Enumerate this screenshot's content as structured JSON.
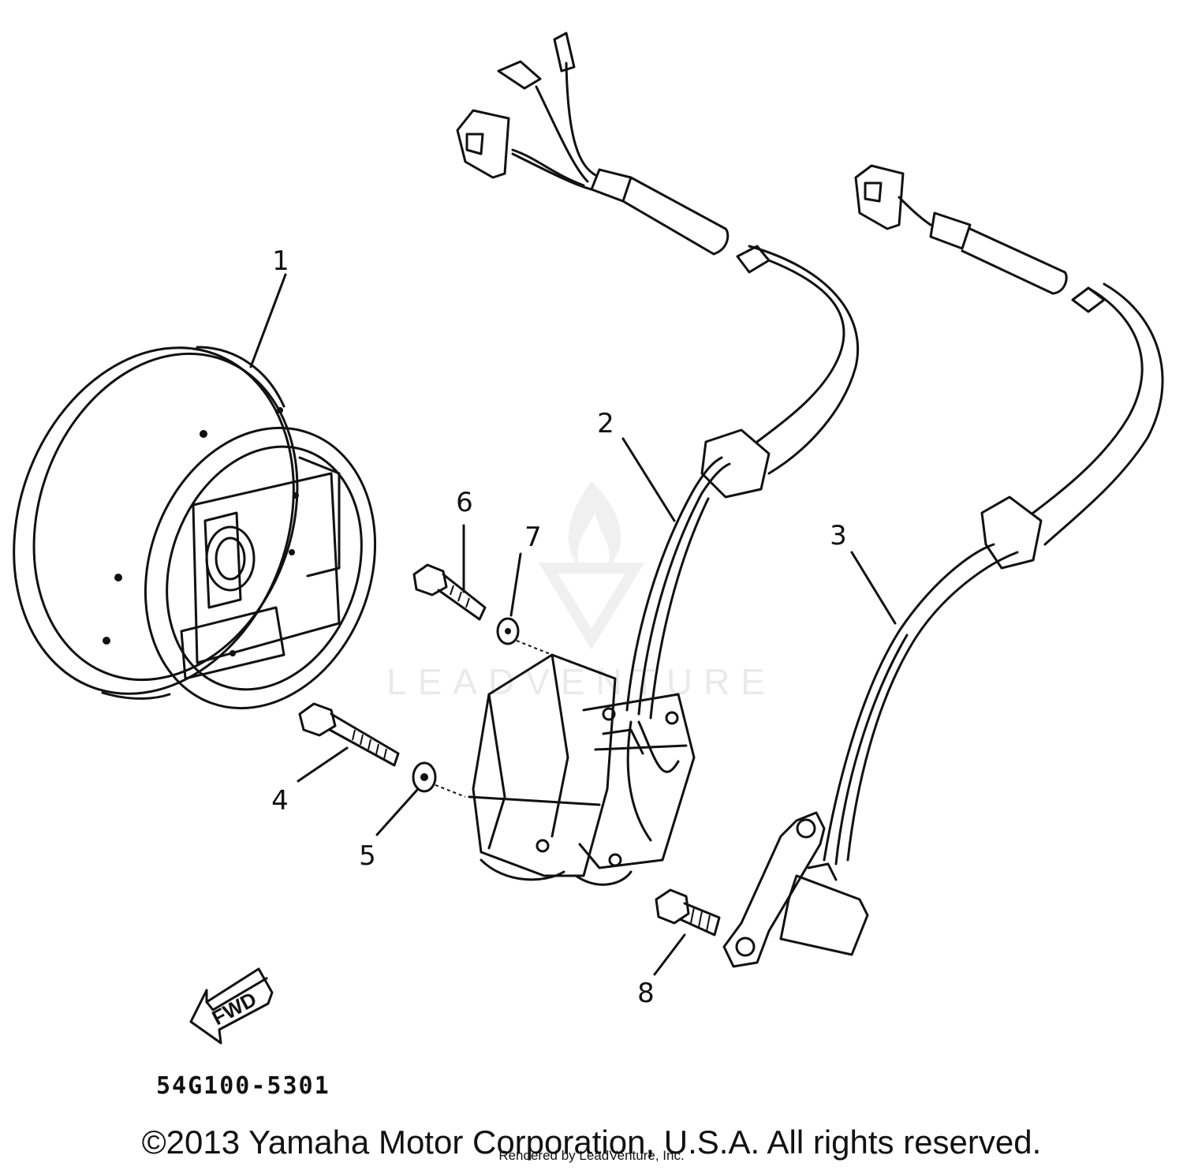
{
  "diagram": {
    "callouts": [
      {
        "id": "1",
        "label": "1"
      },
      {
        "id": "2",
        "label": "2"
      },
      {
        "id": "3",
        "label": "3"
      },
      {
        "id": "4",
        "label": "4"
      },
      {
        "id": "5",
        "label": "5"
      },
      {
        "id": "6",
        "label": "6"
      },
      {
        "id": "7",
        "label": "7"
      },
      {
        "id": "8",
        "label": "8"
      }
    ],
    "fwd_label": "FWD",
    "part_code": "54G100-5301"
  },
  "watermark": {
    "text": "LEADVENTURE"
  },
  "footer": {
    "copyright": "©2013 Yamaha Motor Corporation, U.S.A. All rights reserved.",
    "rendered_by": "Rendered by LeadVenture, Inc."
  },
  "colors": {
    "ink": "#111111",
    "background": "#ffffff",
    "watermark": "#d9d9d9"
  }
}
